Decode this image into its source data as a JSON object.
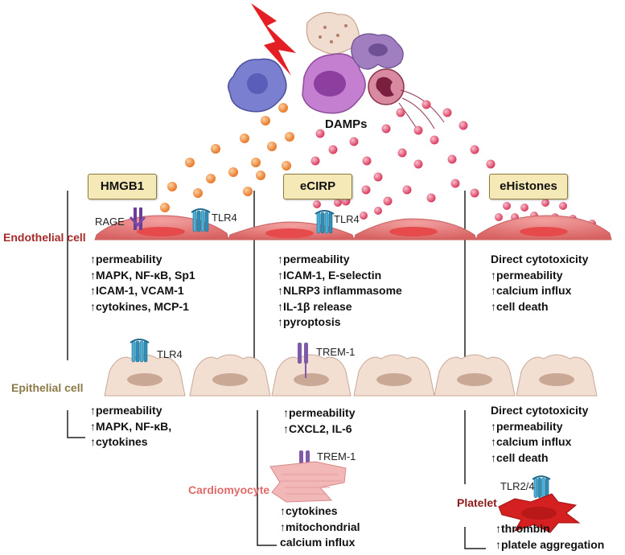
{
  "damps_label": "DAMPs",
  "boxes": {
    "hmgb1": "HMGB1",
    "ecirp": "eCIRP",
    "ehistones": "eHistones"
  },
  "cell_labels": {
    "endothelial": "Endothelial cell",
    "epithelial": "Epithelial cell",
    "cardiomyocyte": "Cardiomyocyte",
    "platelet": "Platelet"
  },
  "receptors": {
    "rage": "RAGE",
    "tlr4_endo_left": "TLR4",
    "tlr4_endo_mid": "TLR4",
    "tlr4_epi": "TLR4",
    "trem1_epi": "TREM-1",
    "trem1_cardio": "TREM-1",
    "tlr24_platelet": "TLR2/4"
  },
  "effects": {
    "hmgb1_endo": [
      "↑permeability",
      "↑MAPK, NF-κB, Sp1",
      "↑ICAM-1, VCAM-1",
      "↑cytokines, MCP-1"
    ],
    "ecirp_endo": [
      "↑permeability",
      "↑ICAM-1, E-selectin",
      "↑NLRP3 inflammasome",
      "↑IL-1β release",
      "↑pyroptosis"
    ],
    "ehist_endo": [
      "Direct cytotoxicity",
      "↑permeability",
      "↑calcium influx",
      "↑cell death"
    ],
    "hmgb1_epi": [
      "↑permeability",
      "↑MAPK, NF-κB,",
      "↑cytokines"
    ],
    "ecirp_epi": [
      "↑permeability",
      "↑CXCL2, IL-6"
    ],
    "ehist_epi": [
      "Direct cytotoxicity",
      "↑permeability",
      "↑calcium influx",
      "↑cell death"
    ],
    "ecirp_cardio": [
      "↑cytokines",
      "↑mitochondrial",
      "calcium influx"
    ],
    "ehist_platelet": [
      "↑thrombin",
      "↑platele aggregation"
    ]
  },
  "colors": {
    "endothelial_label": "#a52a2a",
    "epithelial_label": "#8b7a45",
    "cardiomyocyte_label": "#e06a6a",
    "platelet_label": "#8b1a1a",
    "box_fill": "#f6e9b8"
  }
}
